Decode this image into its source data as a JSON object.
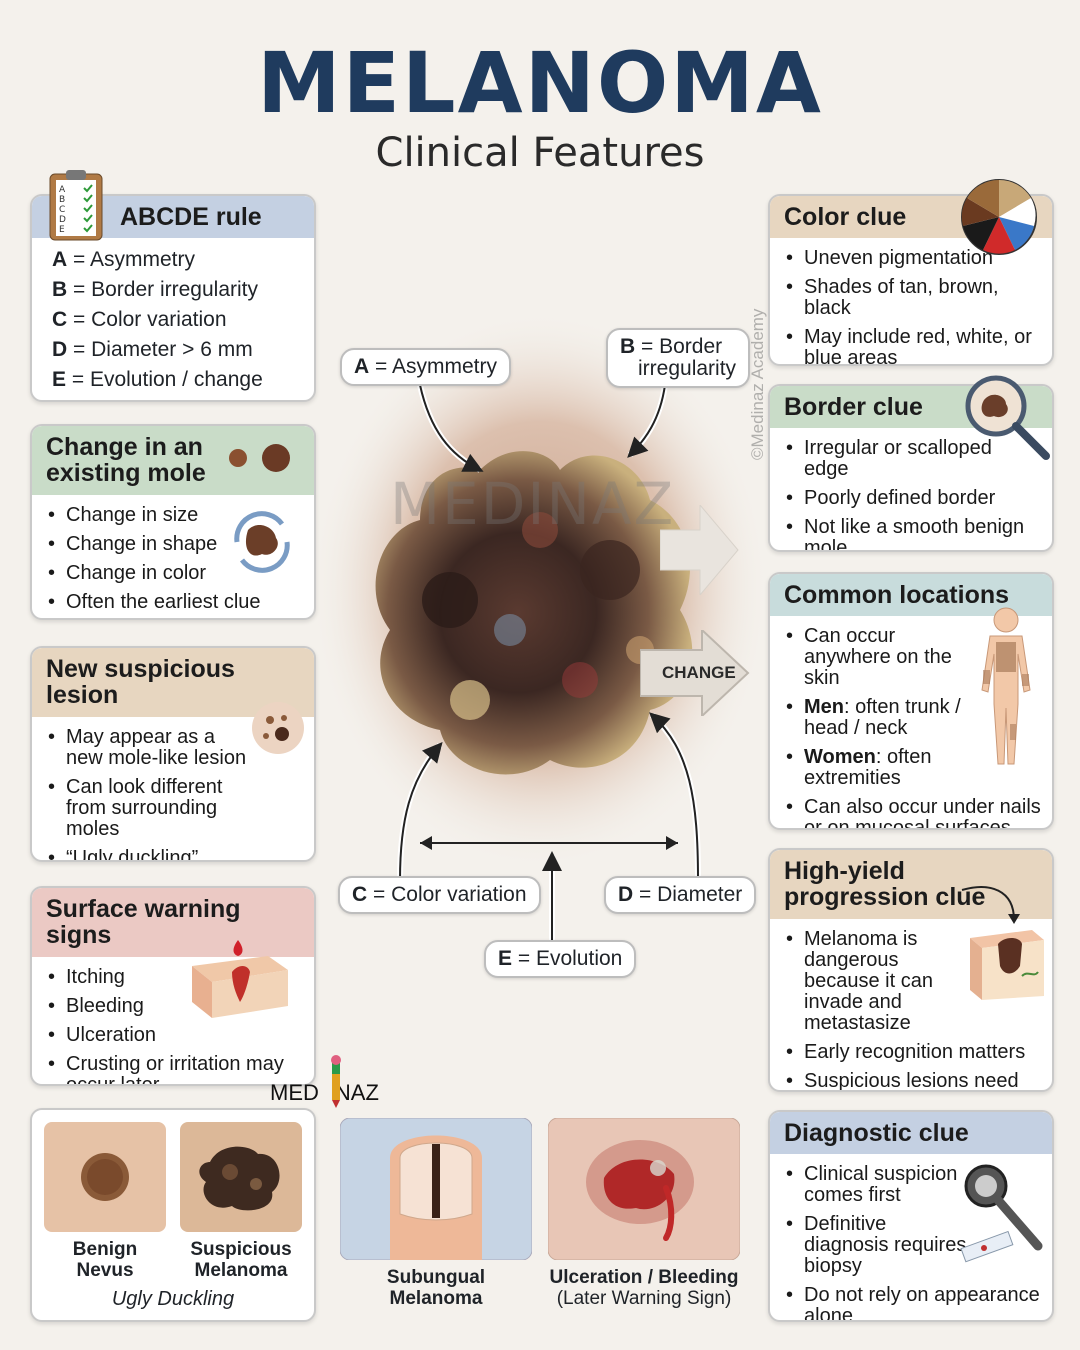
{
  "header": {
    "title": "MELANOMA",
    "subtitle": "Clinical Features"
  },
  "abcde": {
    "title": "ABCDE rule",
    "rules": [
      {
        "letter": "A",
        "text": "= Asymmetry"
      },
      {
        "letter": "B",
        "text": "= Border irregularity"
      },
      {
        "letter": "C",
        "text": "= Color variation"
      },
      {
        "letter": "D",
        "text": "= Diameter > 6 mm"
      },
      {
        "letter": "E",
        "text": "= Evolution / change"
      }
    ]
  },
  "change_mole": {
    "title_line1": "Change in an",
    "title_line2": "existing mole",
    "items": [
      "Change in size",
      "Change in shape",
      "Change in color",
      "Often the earliest clue"
    ]
  },
  "new_lesion": {
    "title": "New suspicious lesion",
    "items": [
      "May appear as a new mole-like lesion",
      "Can look different from surrounding moles",
      "“Ugly duckling” concept is important"
    ]
  },
  "surface": {
    "title": "Surface warning signs",
    "items": [
      "Itching",
      "Bleeding",
      "Ulceration",
      "Crusting or irritation may occur later"
    ]
  },
  "color_clue": {
    "title": "Color clue",
    "items": [
      "Uneven pigmentation",
      "Shades of tan, brown, black",
      "May include red, white, or blue areas"
    ]
  },
  "border_clue": {
    "title": "Border clue",
    "items": [
      "Irregular or scalloped edge",
      "Poorly defined border",
      "Not like a smooth benign mole"
    ]
  },
  "locations": {
    "title": "Common locations",
    "items": [
      {
        "bold": "",
        "text": "Can occur anywhere on the skin"
      },
      {
        "bold": "Men",
        "text": ": often trunk / head / neck"
      },
      {
        "bold": "Women",
        "text": ": often extremities"
      },
      {
        "bold": "",
        "text": "Can also occur under nails or on mucosal surfaces"
      }
    ]
  },
  "progression": {
    "title_line1": "High-yield",
    "title_line2": "progression clue",
    "items": [
      "Melanoma is dangerous because it can invade and metastasize",
      "Early recognition matters",
      "Suspicious lesions need prompt evaluation"
    ]
  },
  "diagnostic": {
    "title": "Diagnostic clue",
    "items": [
      "Clinical suspicion comes first",
      "Definitive diagnosis requires biopsy",
      "Do not rely on appearance alone"
    ]
  },
  "callouts": {
    "a": {
      "letter": "A",
      "text": " = Asymmetry"
    },
    "b": {
      "letter": "B",
      "text": " = Border",
      "text2": "irregularity"
    },
    "c": {
      "letter": "C",
      "text": " = Color variation"
    },
    "d": {
      "letter": "D",
      "text": " = Diameter"
    },
    "e": {
      "letter": "E",
      "text": " = Evolution"
    },
    "change": "CHANGE"
  },
  "watermarks": {
    "center": "MEDINAZ",
    "vertical": "©Medinaz Academy",
    "logo_left": "MED",
    "logo_right": "NAZ"
  },
  "bottom": {
    "benign": {
      "line1": "Benign",
      "line2": "Nevus"
    },
    "suspicious": {
      "line1": "Suspicious",
      "line2": "Melanoma"
    },
    "ugly": "Ugly Duckling",
    "subungual": {
      "line1": "Subungual",
      "line2": "Melanoma"
    },
    "ulceration": {
      "line1": "Ulceration / Bleeding",
      "line2": "(Later Warning Sign)"
    }
  },
  "colors": {
    "title": "#1f3b5e",
    "blue_header": "#c4d0e2",
    "green_header": "#c9dcc8",
    "tan_header": "#e7d6c0",
    "pink_header": "#ebc9c4"
  }
}
